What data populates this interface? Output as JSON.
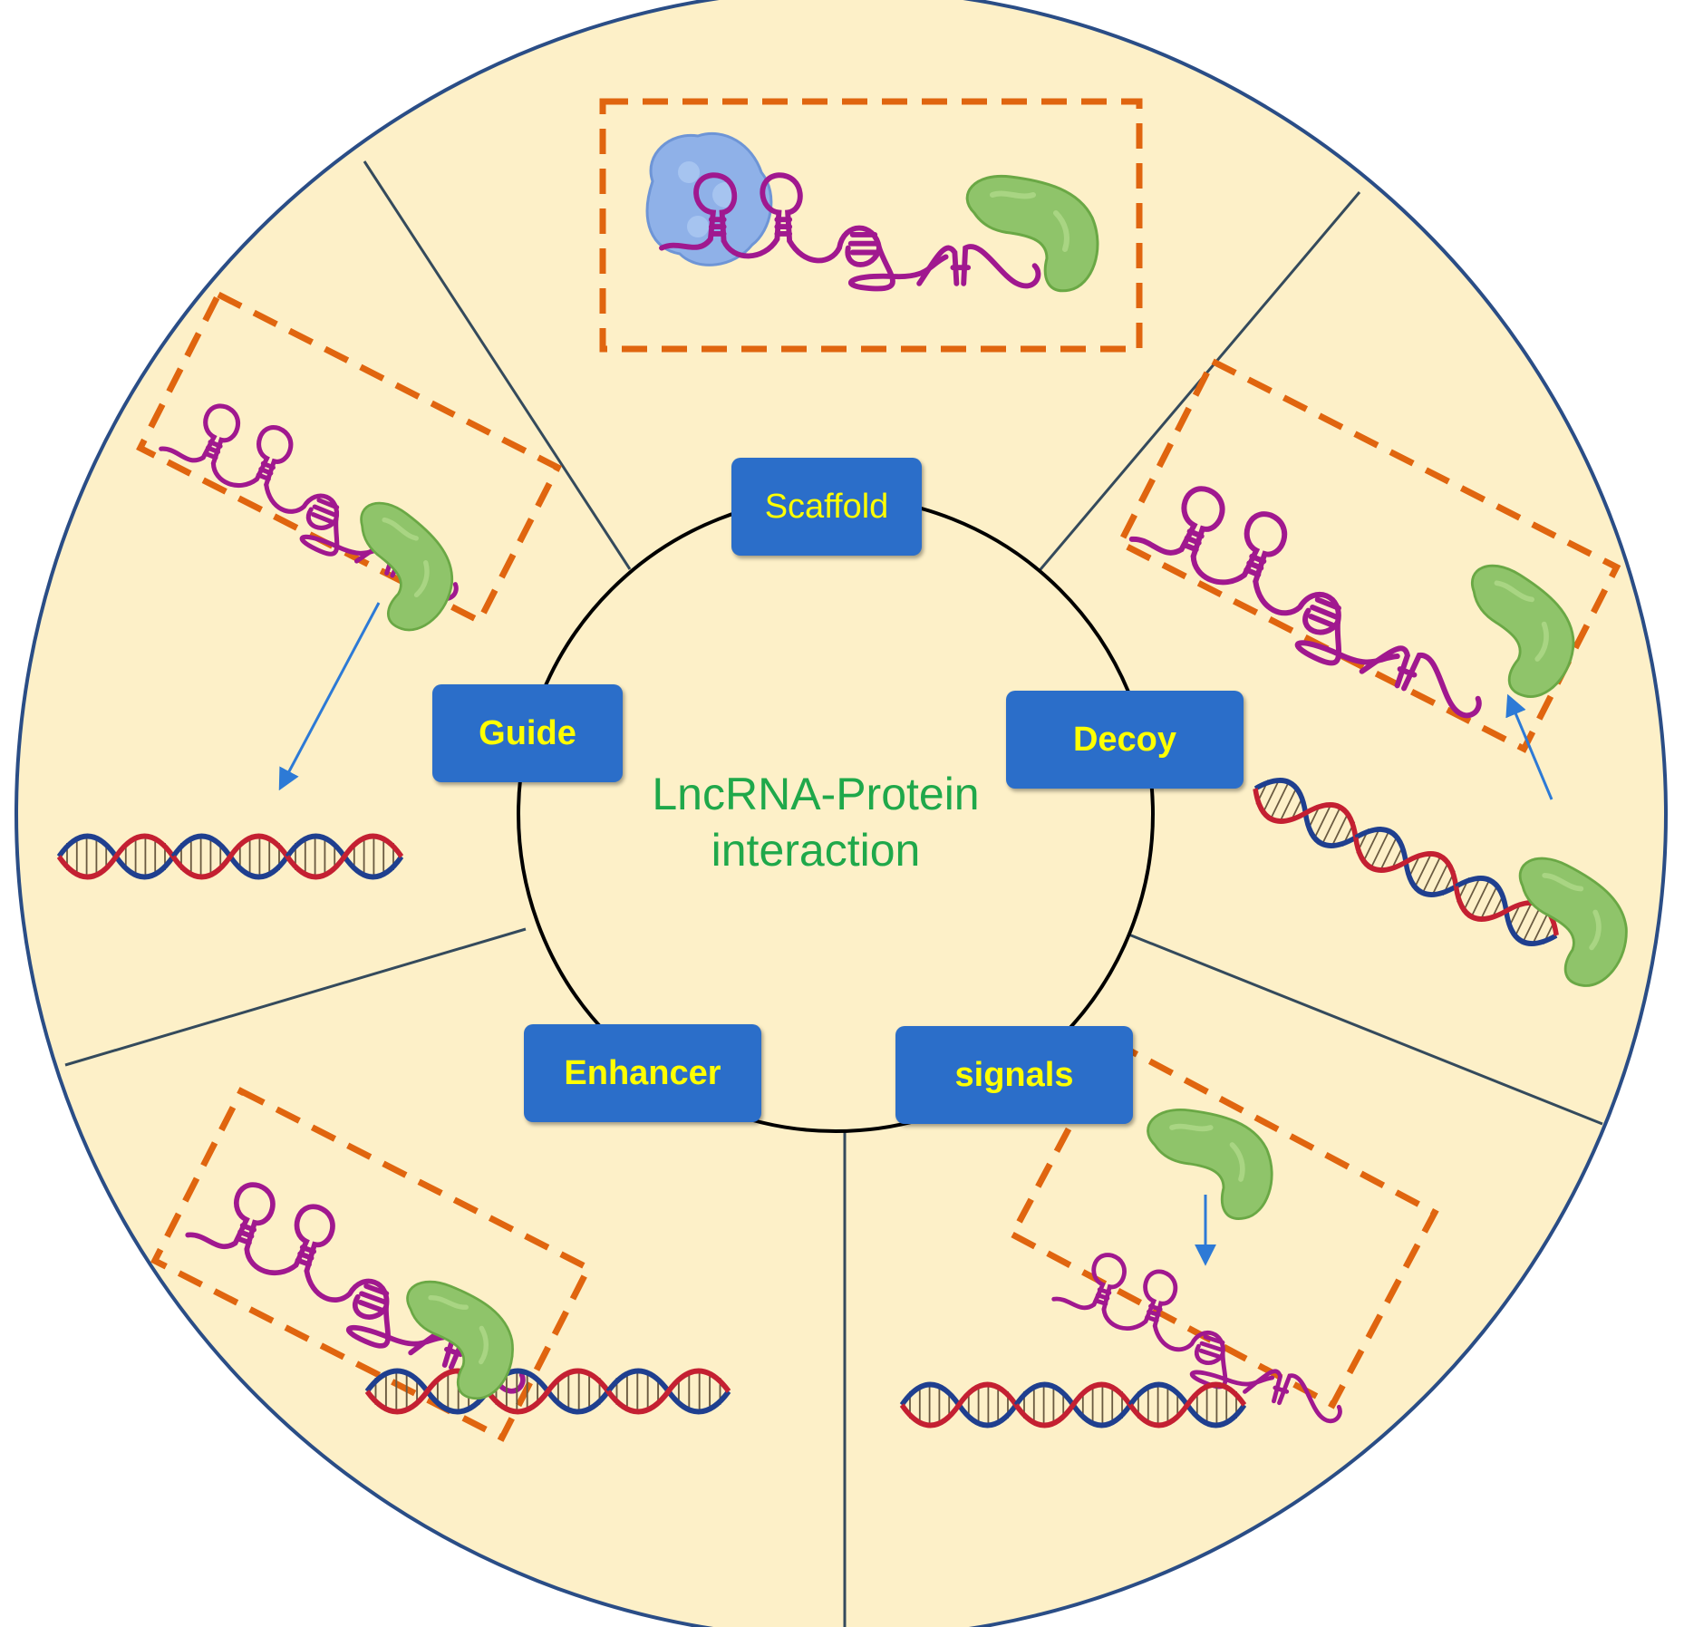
{
  "center": {
    "line1": "LncRNA-Protein",
    "line2": "interaction"
  },
  "roles": {
    "scaffold": "Scaffold",
    "guide": "Guide",
    "decoy": "Decoy",
    "enhancer": "Enhancer",
    "signals": "signals"
  },
  "colors": {
    "background": "#fdf0c8",
    "outline": "#2a4d86",
    "divider": "#344a5c",
    "rna": "#a0188f",
    "protein": "#8fc46a",
    "protein_blue": "#8fb1e8",
    "dashed_box": "#e0650f",
    "button": "#2b6ec9",
    "button_text": "#ffff00",
    "title_text": "#1fa84a",
    "dna_red": "#c42032",
    "dna_blue": "#1f3f8f",
    "arrow": "#2d7ad6"
  },
  "icons": [
    "lncrna-icon",
    "protein-icon",
    "dna-helix-icon",
    "arrow-icon"
  ]
}
